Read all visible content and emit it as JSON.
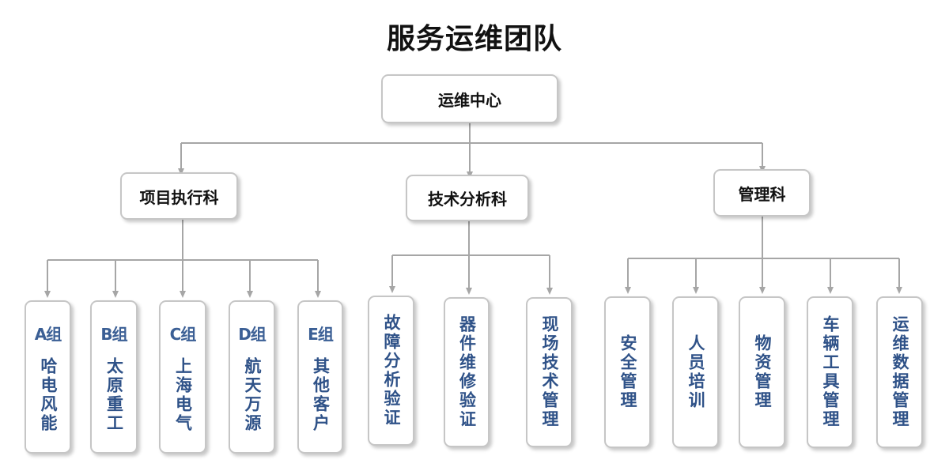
{
  "title": "服务运维团队",
  "root": "运维中心",
  "departments": [
    {
      "label": "项目执行科",
      "children": [
        {
          "group": "A组",
          "label": "哈电风能"
        },
        {
          "group": "B组",
          "label": "太原重工"
        },
        {
          "group": "C组",
          "label": "上海电气"
        },
        {
          "group": "D组",
          "label": "航天万源"
        },
        {
          "group": "E组",
          "label": "其他客户"
        }
      ]
    },
    {
      "label": "技术分析科",
      "children": [
        {
          "label": "故障分析验证"
        },
        {
          "label": "器件维修验证"
        },
        {
          "label": "现场技术管理"
        }
      ]
    },
    {
      "label": "管理科",
      "children": [
        {
          "label": "安全管理"
        },
        {
          "label": "人员培训"
        },
        {
          "label": "物资管理"
        },
        {
          "label": "车辆工具管理"
        },
        {
          "label": "运维数据管理"
        }
      ]
    }
  ],
  "colors": {
    "line": "#a6a6a6",
    "leaf_text": "#2f5288",
    "border": "#c6c6c6"
  }
}
